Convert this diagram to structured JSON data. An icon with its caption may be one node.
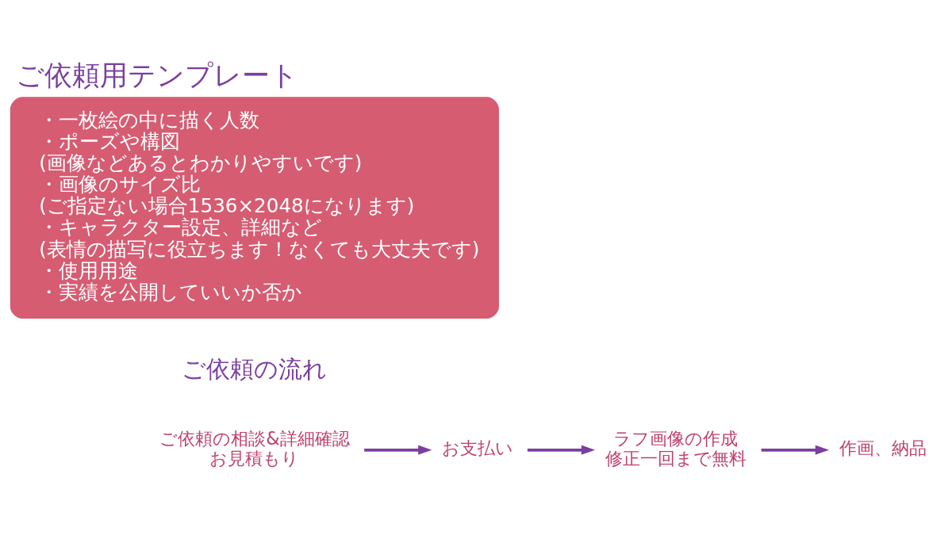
{
  "diagram": {
    "title": "ご依頼用テンプレート",
    "nodes": [
      {
        "text": [
          "・一枚絵の中に描く人数",
          "・ポーズや構図",
          "(画像などあるとわかりやすいです)",
          "・画像のサイズ比",
          "(ご指定ない場合1536×2048になります)",
          "・キャラクター設定、詳細など",
          "(表情の描写に役立ちます！なくても大丈夫です)",
          "・使用用途",
          "・実績を公開していいか否か"
        ]
      },
      {
        "text": [
          "ご依頼の相談&詳細確認",
          "お見積もり"
        ]
      },
      {
        "text": [
          "お支払い"
        ]
      },
      {
        "text": [
          "ラフ画像の作成",
          "修正一回まで無料"
        ]
      },
      {
        "text": [
          "作画、納品"
        ]
      }
    ],
    "edges": [
      {
        "from": 1,
        "to": 2,
        "arrow": "to"
      },
      {
        "from": 2,
        "to": 3,
        "arrow": "to"
      },
      {
        "from": 3,
        "to": 4,
        "arrow": "to"
      }
    ],
    "labels": [
      "ご依頼の流れ"
    ]
  }
}
